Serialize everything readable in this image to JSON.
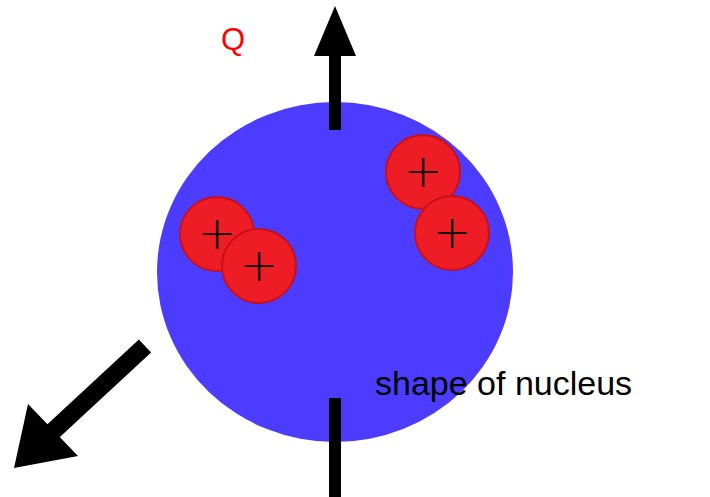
{
  "diagram": {
    "nodes": [
      {
        "text": [
          "+"
        ]
      },
      {
        "text": [
          "+"
        ]
      },
      {
        "text": [
          "+"
        ]
      },
      {
        "text": [
          "+"
        ]
      }
    ],
    "labels": [
      "Q",
      "shape of nucleus"
    ]
  }
}
